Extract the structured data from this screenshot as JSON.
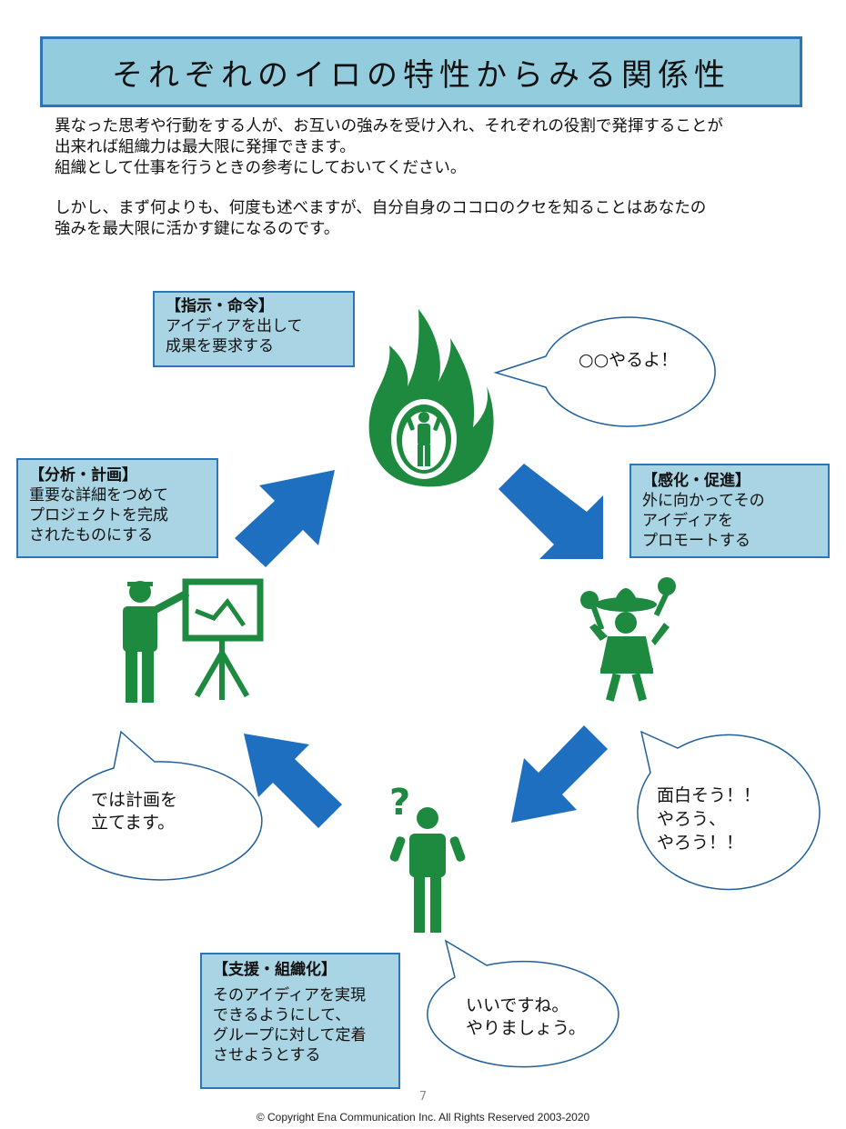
{
  "title": "それぞれのイロの特性からみる関係性",
  "intro": {
    "line1": "異なった思考や行動をする人が、お互いの強みを受け入れ、それぞれの役割で発揮することが",
    "line2": "出来れば組織力は最大限に発揮できます。",
    "line3": "組織として仕事を行うときの参考にしておいてください。",
    "line4": "しかし、まず何よりも、何度も述べますが、自分自身のココロのクセを知ることはあなたの",
    "line5": "強みを最大限に活かす鍵になるのです。"
  },
  "roles": {
    "command": {
      "head": "【指示・命令】",
      "line1": "アイディアを出して",
      "line2": "成果を要求する"
    },
    "promote": {
      "head": "【感化・促進】",
      "line1": "外に向かってその",
      "line2": "アイディアを",
      "line3": "プロモートする"
    },
    "support": {
      "head": "【支援・組織化】",
      "line1": "そのアイディアを実現",
      "line2": "できるようにして、",
      "line3": "グループに対して定着",
      "line4": "させようとする"
    },
    "analyze": {
      "head": "【分析・計画】",
      "line1": "重要な詳細をつめて",
      "line2": "プロジェクトを完成",
      "line3": "されたものにする"
    }
  },
  "bubbles": {
    "top": "○○やるよ！",
    "right": {
      "line1": "面白そう！！",
      "line2": "やろう、",
      "line3": "やろう！！"
    },
    "bottom": {
      "line1": "いいですね。",
      "line2": "やりましょう。"
    },
    "left": {
      "line1": "では計画を",
      "line2": "立てます。"
    }
  },
  "colors": {
    "figure_green": "#1e8a3f",
    "arrow_blue": "#1f6fc0",
    "box_fill": "#a9d4e3",
    "title_fill": "#93cddd",
    "border_blue": "#2e75b6"
  },
  "icons": [
    "fire-person-icon",
    "maracas-dancer-icon",
    "question-person-icon",
    "presenter-chart-icon"
  ],
  "footer": {
    "page": "7",
    "copyright": "© Copyright Ena Communication Inc. All Rights Reserved 2003-2020"
  }
}
